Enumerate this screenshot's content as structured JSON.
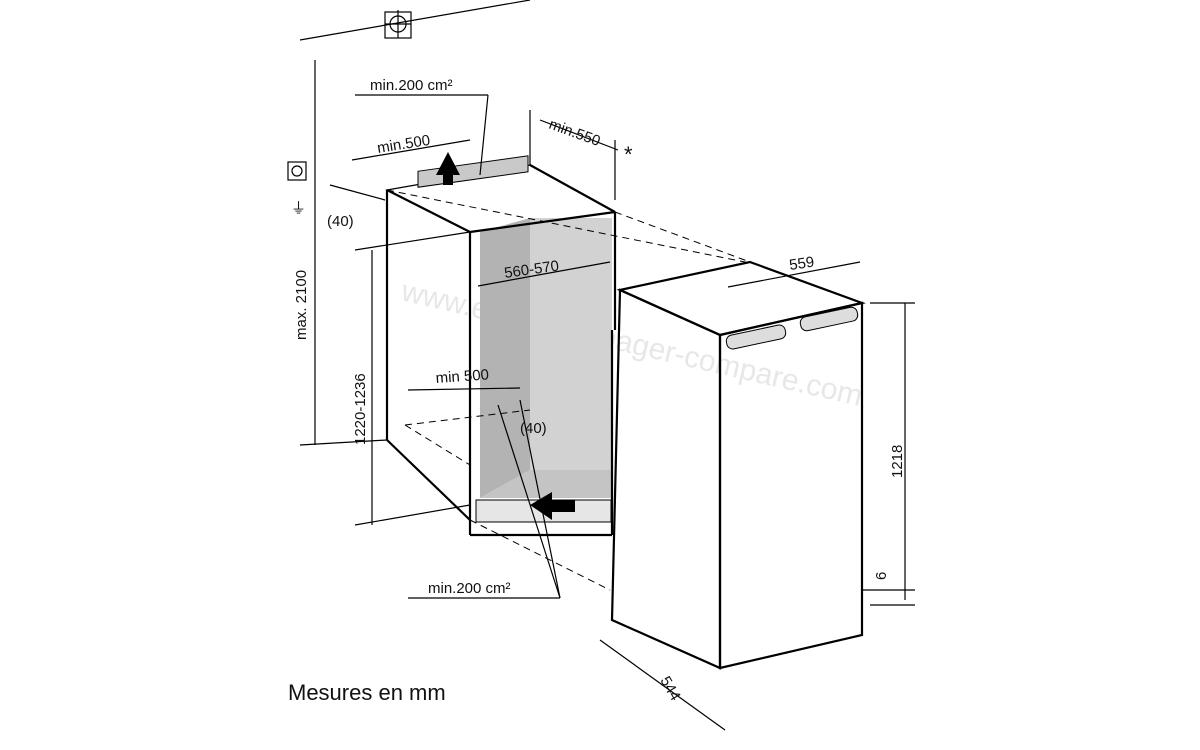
{
  "title": "Mesures en mm",
  "watermark": "www.electromenager-compare.com",
  "niche": {
    "top_vent": "min.200 cm²",
    "top_depth": "min.500",
    "back_gap": "min.550",
    "back_gap_note": "*",
    "top_offset": "(40)",
    "max_height": "max. 2100",
    "niche_height": "1220-1236",
    "niche_width": "560-570",
    "depth_bottom": "min 500",
    "bottom_offset": "(40)",
    "bottom_vent": "min.200 cm²"
  },
  "appliance": {
    "width": "559",
    "height": "1218",
    "plinth": "6",
    "depth": "544"
  }
}
